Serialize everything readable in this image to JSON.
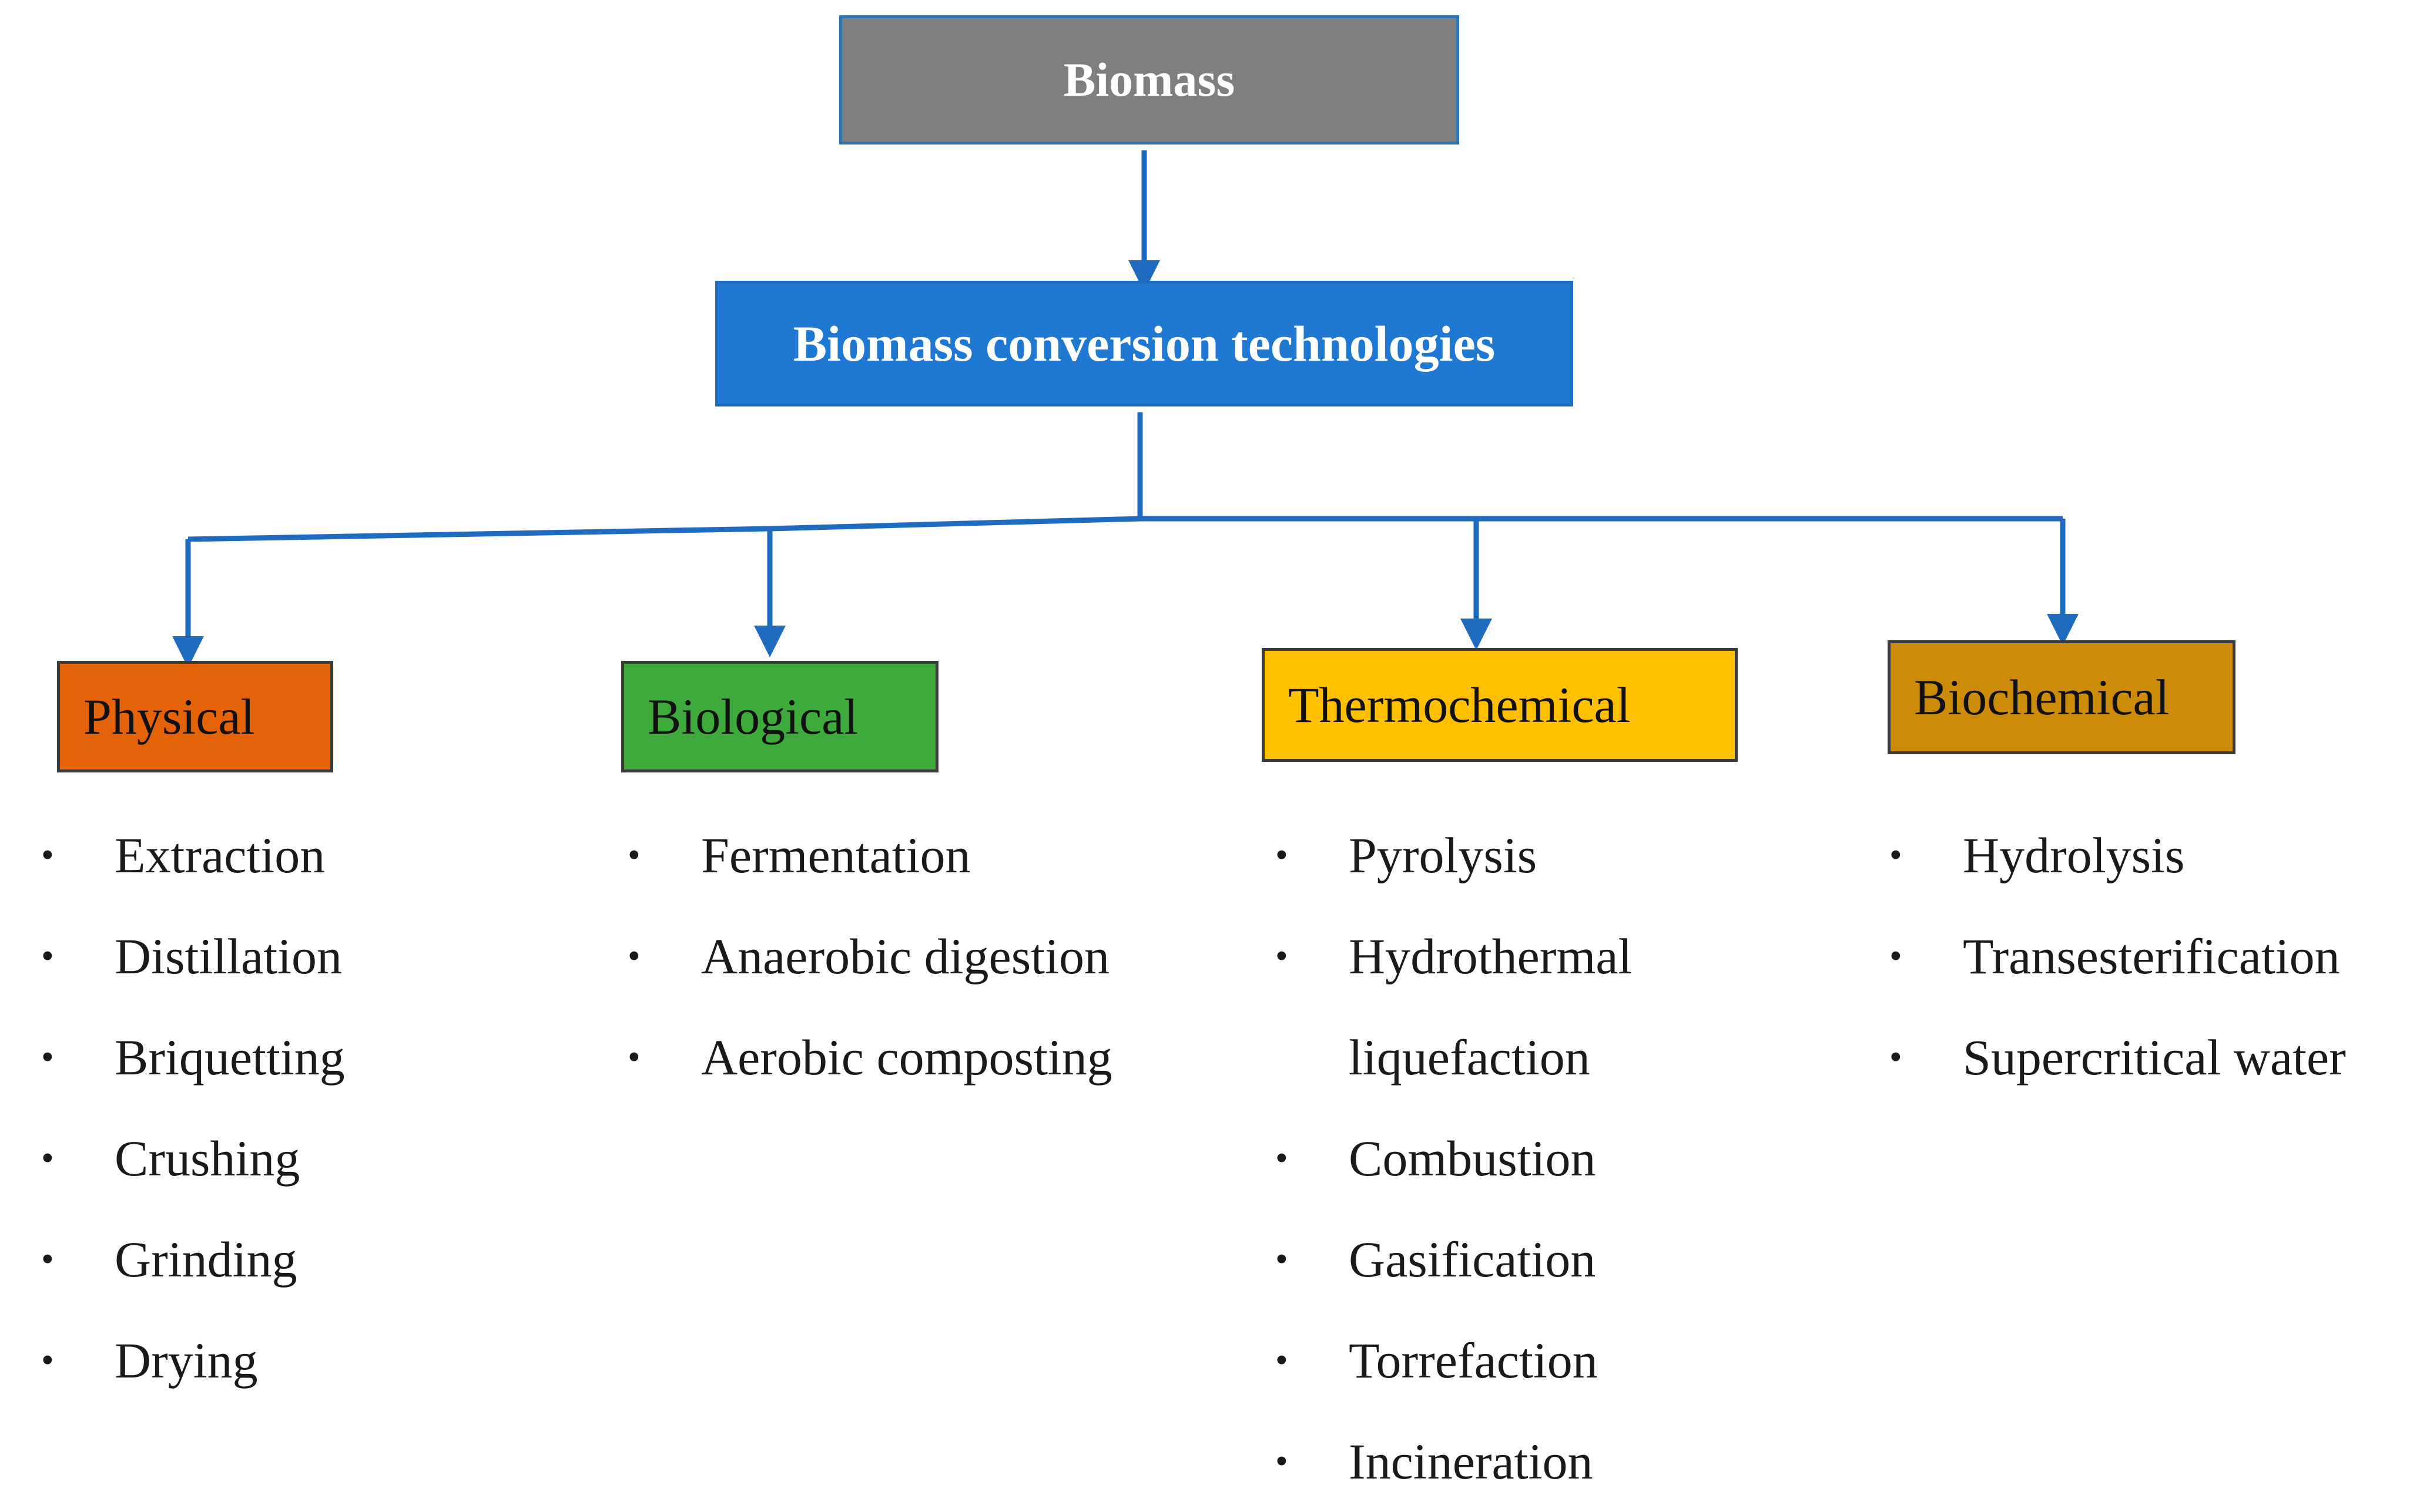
{
  "colors": {
    "root_fill": "#7f7f7f",
    "tech_fill": "#1f78d1",
    "connector": "#1f6bbf",
    "physical": "#e46308",
    "biological": "#3faa3c",
    "thermochemical": "#ffc000",
    "biochemical": "#cc8c08"
  },
  "root": {
    "label": "Biomass"
  },
  "technologies": {
    "label": "Biomass conversion technologies"
  },
  "bullet_glyph": "•",
  "categories": [
    {
      "label": "Physical",
      "items": [
        "Extraction",
        "Distillation",
        "Briquetting",
        "Crushing",
        "Grinding",
        "Drying"
      ]
    },
    {
      "label": "Biological",
      "items": [
        "Fermentation",
        "Anaerobic digestion",
        "Aerobic composting"
      ]
    },
    {
      "label": "Thermochemical",
      "items": [
        "Pyrolysis",
        "Hydrothermal",
        "liquefaction",
        "Combustion",
        "Gasification",
        "Torrefaction",
        "Incineration"
      ]
    },
    {
      "label": "Biochemical",
      "items": [
        "Hydrolysis",
        "Transesterification",
        "Supercritical water"
      ]
    }
  ]
}
